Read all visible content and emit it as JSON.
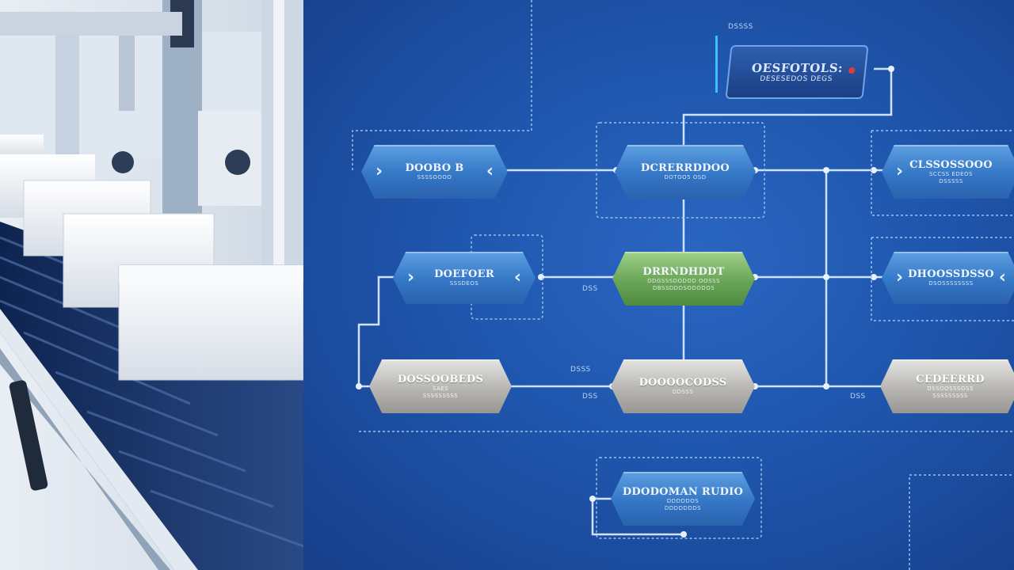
{
  "diagram": {
    "header_tag": "DSSSS",
    "top_node": {
      "title": "OESFOTOLS:",
      "subtitle": "DESESEDOS DEGS"
    },
    "nodes": {
      "r1_left": {
        "title": "DOOBO B",
        "subtitle": "SSSSOOOO"
      },
      "r1_center": {
        "title": "DCRERRDDOO",
        "subtitle": "DOTOO5 OSD"
      },
      "r1_right": {
        "title": "CLSSOSSOOO",
        "subtitle": "SCCSS EDEOS",
        "subtitle2": "DSSSSS"
      },
      "r2_left": {
        "title": "DOEFOER",
        "subtitle": "SSSDEOS"
      },
      "r2_center": {
        "title": "DRRNDHDDT",
        "subtitle": "DDGSSSDODOD OOSSS",
        "subtitle2": "DBSSDDDSODODOS"
      },
      "r2_right": {
        "title": "DHOOSSDSSO",
        "subtitle": "DSOSSSSSSSS"
      },
      "r3_left": {
        "title": "DOSSOOBEDS",
        "subtitle": "SAES",
        "subtitle2": "SSSSSSSSS"
      },
      "r3_center": {
        "title": "DOOOOCODSS",
        "subtitle": "DDSSS"
      },
      "r3_right": {
        "title": "CEDEERRD",
        "subtitle": "DSSOOSSSOSS",
        "subtitle2": "SSSSSSSSS"
      },
      "bottom": {
        "title": "DDODOMAN RUDIO",
        "subtitle": "DDDDDOS",
        "subtitle2": "DDDDDDDS"
      }
    },
    "edge_labels": {
      "e1": "DSS",
      "e2": "DSS",
      "e3": "DSSS",
      "e4": "DSS"
    }
  }
}
